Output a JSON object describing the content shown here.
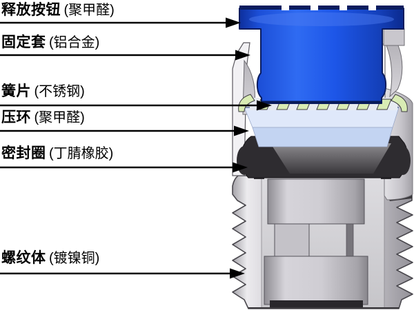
{
  "diagram": {
    "kind": "pneumatic-fitting-cross-section",
    "labels": [
      {
        "part": "释放按钮",
        "material": "(聚甲醛)"
      },
      {
        "part": "固定套",
        "material": "(铝合金)"
      },
      {
        "part": "簧片",
        "material": "(不锈钢)"
      },
      {
        "part": "压环",
        "material": "(聚甲醛)"
      },
      {
        "part": "密封圈",
        "material": "(丁腈橡胶)"
      },
      {
        "part": "螺纹体",
        "material": "(镀镍铜)"
      }
    ],
    "colors": {
      "release_button": "#1d56e8",
      "release_button_dark": "#0a1c5e",
      "fixing_sleeve": "#cfcdd3",
      "spring_collet": "#d9ecb4",
      "pressure_ring": "#c3d4f2",
      "seal_ring": "#2e2c30",
      "threaded_body": "#c9c7cc",
      "background": "#ffffff",
      "leader_line": "#000000"
    }
  }
}
